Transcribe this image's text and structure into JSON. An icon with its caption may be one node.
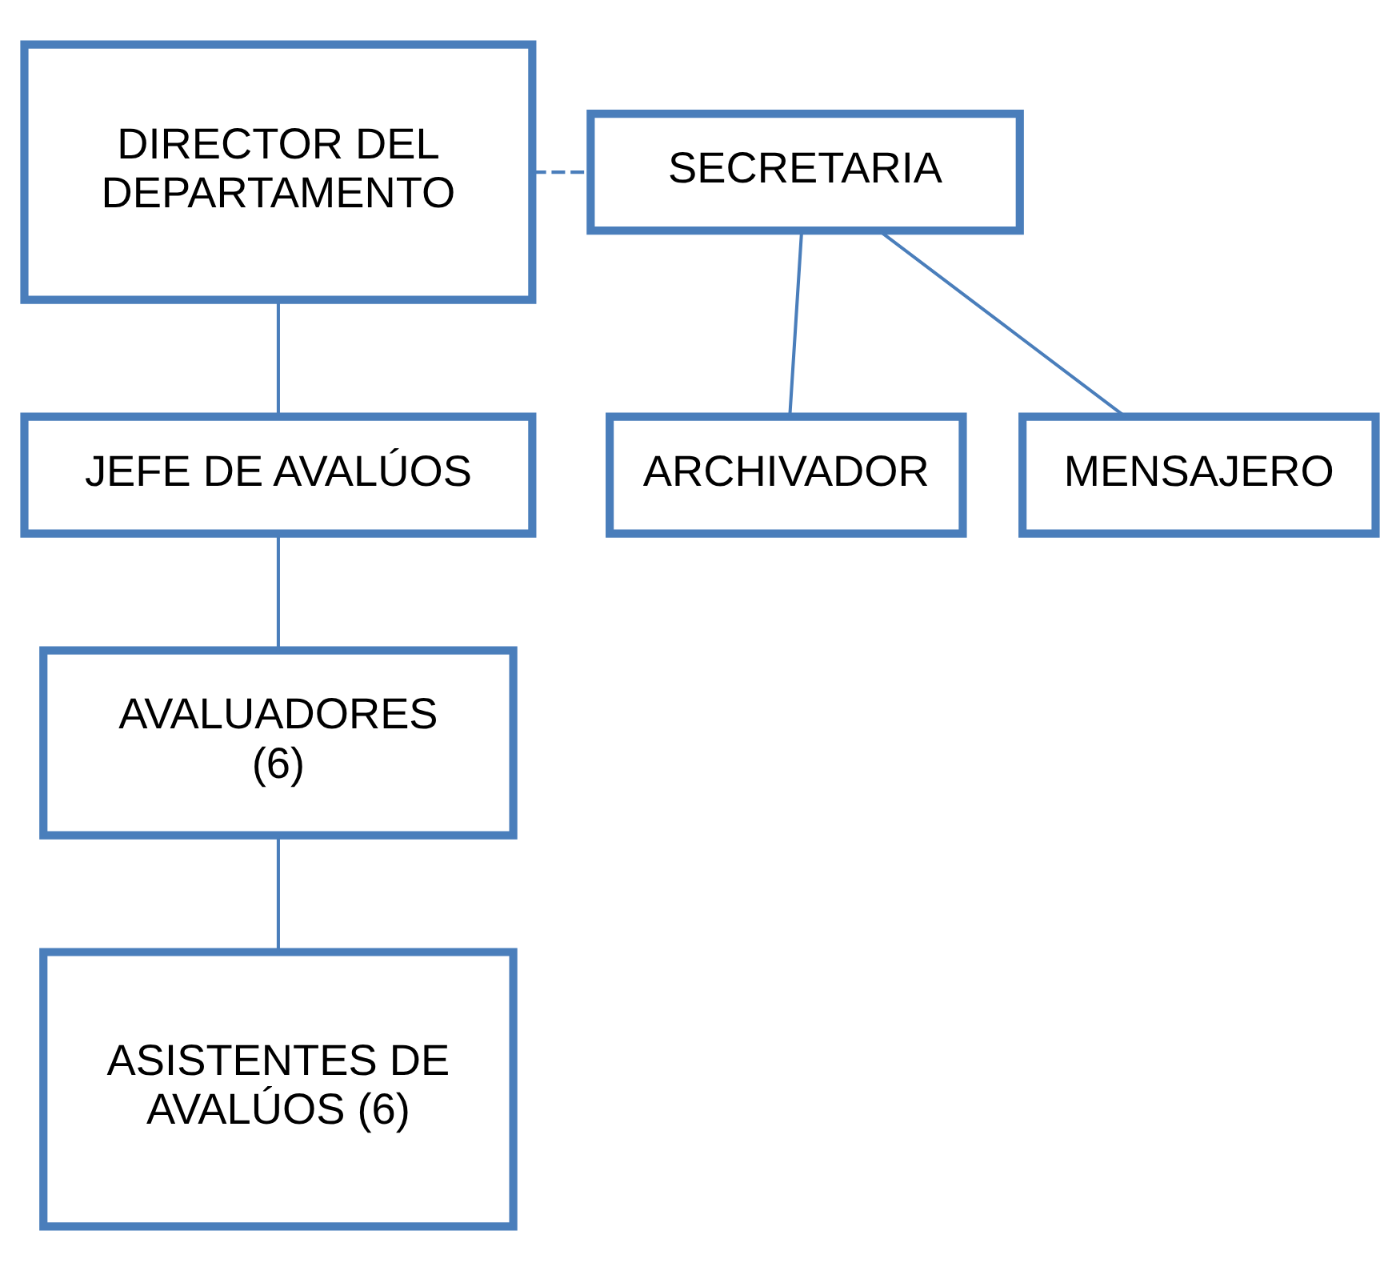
{
  "diagram": {
    "nodes": [
      {
        "text": [
          "DIRECTOR DEL DEPARTAMENTO"
        ]
      },
      {
        "text": [
          "SECRETARIA"
        ]
      },
      {
        "text": [
          "ARCHIVADOR"
        ]
      },
      {
        "text": [
          "MENSAJERO"
        ]
      },
      {
        "text": [
          "JEFE DE AVALÚOS"
        ]
      },
      {
        "text": [
          "AVALUADORES (6)"
        ]
      },
      {
        "text": [
          "ASISTENTES DE AVALÚOS (6)"
        ]
      }
    ],
    "edges": [
      {
        "from": 0,
        "to": 1,
        "arrow": "none",
        "style": "dashed"
      },
      {
        "from": 1,
        "to": 2,
        "arrow": "none"
      },
      {
        "from": 1,
        "to": 3,
        "arrow": "none"
      },
      {
        "from": 0,
        "to": 4,
        "arrow": "none"
      },
      {
        "from": 4,
        "to": 5,
        "arrow": "none"
      },
      {
        "from": 5,
        "to": 6,
        "arrow": "none"
      }
    ]
  }
}
